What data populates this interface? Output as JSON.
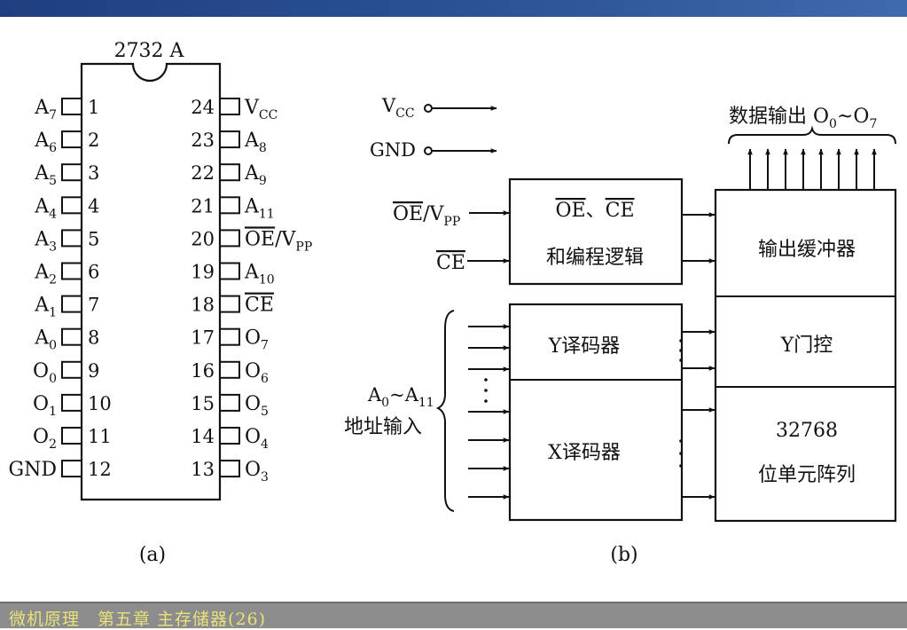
{
  "slide": {
    "footer": "微机原理　第五章  主存储器(26)"
  },
  "chip": {
    "name": "2732 A",
    "left_pins": [
      {
        "num": "1",
        "base": "A",
        "sub": "7",
        "overline": false
      },
      {
        "num": "2",
        "base": "A",
        "sub": "6",
        "overline": false
      },
      {
        "num": "3",
        "base": "A",
        "sub": "5",
        "overline": false
      },
      {
        "num": "4",
        "base": "A",
        "sub": "4",
        "overline": false
      },
      {
        "num": "5",
        "base": "A",
        "sub": "3",
        "overline": false
      },
      {
        "num": "6",
        "base": "A",
        "sub": "2",
        "overline": false
      },
      {
        "num": "7",
        "base": "A",
        "sub": "1",
        "overline": false
      },
      {
        "num": "8",
        "base": "A",
        "sub": "0",
        "overline": false
      },
      {
        "num": "9",
        "base": "O",
        "sub": "0",
        "overline": false
      },
      {
        "num": "10",
        "base": "O",
        "sub": "1",
        "overline": false
      },
      {
        "num": "11",
        "base": "O",
        "sub": "2",
        "overline": false
      },
      {
        "num": "12",
        "base": "GND",
        "sub": "",
        "overline": false
      }
    ],
    "right_pins": [
      {
        "num": "24",
        "base": "V",
        "sub": "CC",
        "overline": false
      },
      {
        "num": "23",
        "base": "A",
        "sub": "8",
        "overline": false
      },
      {
        "num": "22",
        "base": "A",
        "sub": "9",
        "overline": false
      },
      {
        "num": "21",
        "base": "A",
        "sub": "11",
        "overline": false
      },
      {
        "num": "20",
        "base": "OE",
        "sub": "",
        "overline": true,
        "suffix": "/V",
        "suffix_sub": "PP"
      },
      {
        "num": "19",
        "base": "A",
        "sub": "10",
        "overline": false
      },
      {
        "num": "18",
        "base": "CE",
        "sub": "",
        "overline": true
      },
      {
        "num": "17",
        "base": "O",
        "sub": "7",
        "overline": false
      },
      {
        "num": "16",
        "base": "O",
        "sub": "6",
        "overline": false
      },
      {
        "num": "15",
        "base": "O",
        "sub": "5",
        "overline": false
      },
      {
        "num": "14",
        "base": "O",
        "sub": "4",
        "overline": false
      },
      {
        "num": "13",
        "base": "O",
        "sub": "3",
        "overline": false
      }
    ]
  },
  "caption_a": "(a)",
  "caption_b": "(b)",
  "block": {
    "vcc_base": "V",
    "vcc_sub": "CC",
    "gnd": "GND",
    "oe_base": "OE",
    "oe_suffix": "/V",
    "oe_sub": "PP",
    "ce": "CE",
    "logic_line1_a": "OE",
    "logic_line1_sep": "、",
    "logic_line1_b": "CE",
    "logic_line2": "和编程逻辑",
    "y_decoder": "Y译码器",
    "x_decoder": "X译码器",
    "addr_base": "A",
    "addr_sub0": "0",
    "addr_tilde": "~A",
    "addr_sub1": "11",
    "addr_label": "地址输入",
    "data_out_text": "数据输出 O",
    "data_out_sub0": "0",
    "data_out_tilde": "~O",
    "data_out_sub1": "7",
    "output_buffer": "输出缓冲器",
    "y_gate": "Y门控",
    "array_count": "32768",
    "array_label": "位单元阵列"
  }
}
